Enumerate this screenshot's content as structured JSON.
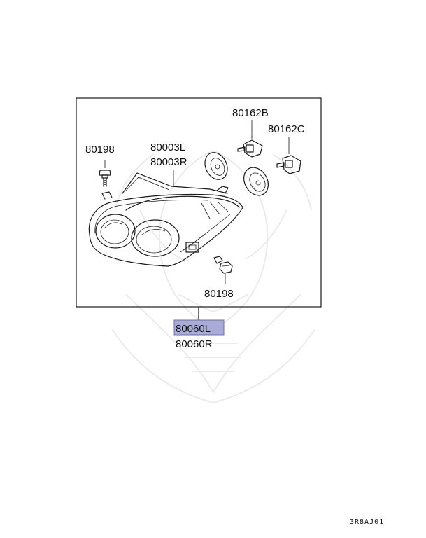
{
  "labels": {
    "bolt_top_left": "80198",
    "lens_left": "80003L",
    "lens_right": "80003R",
    "socket_b": "80162B",
    "socket_c": "80162C",
    "bolt_bottom": "80198",
    "assembly_left": "80060L",
    "assembly_right": "80060R"
  },
  "diagram_code": "3R8AJ01",
  "colors": {
    "highlight_fill": "#a9abd6",
    "highlight_stroke": "#6d6fa8",
    "line": "#1a1a1a",
    "watermark": "#ebebeb"
  }
}
